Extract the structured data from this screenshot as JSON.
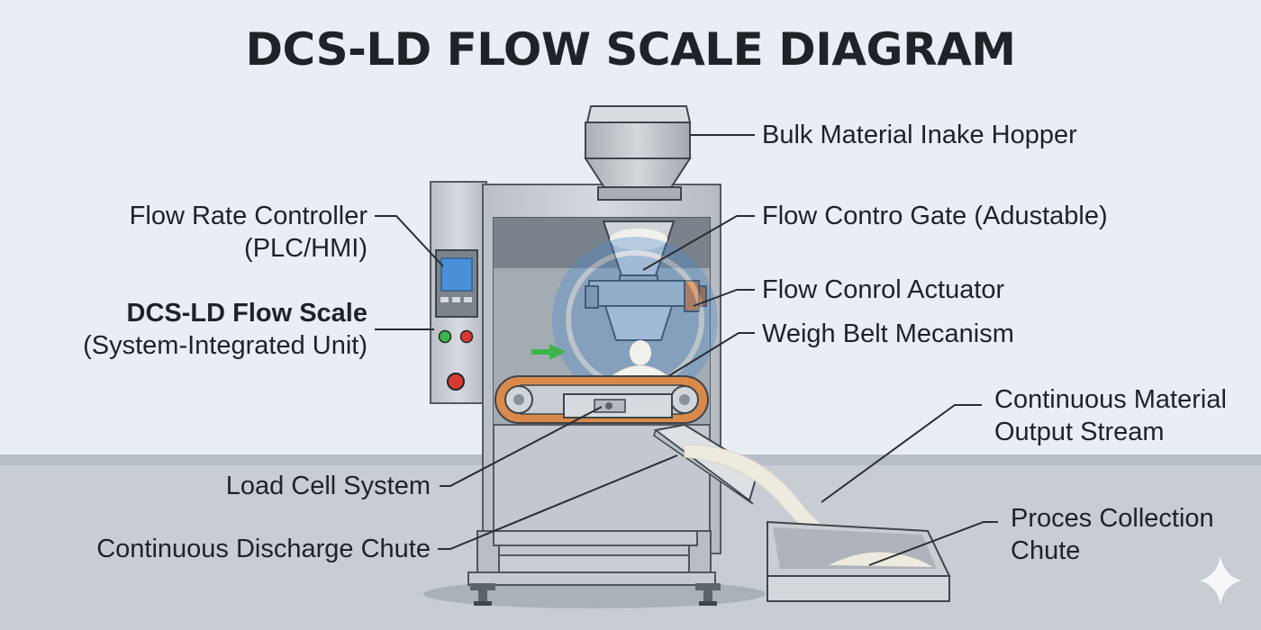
{
  "title": "DCS-LD FLOW SCALE DIAGRAM",
  "labels": {
    "intake_hopper": "Bulk Material Inake Hopper",
    "control_gate": "Flow Contro Gate (Adustable)",
    "actuator": "Flow Conrol Actuator",
    "weigh_belt": "Weigh Belt Mecanism",
    "output_stream": [
      "Continuous Material",
      "Output Stream"
    ],
    "collection_chute": [
      "Proces Collection",
      "Chute"
    ],
    "flow_controller": [
      "Flow Rate Controller",
      "(PLC/HMI)"
    ],
    "flow_scale": [
      "DCS-LD Flow Scale",
      "(System-Integrated Unit)"
    ],
    "load_cell": "Load Cell System",
    "discharge_chute": "Continuous Discharge Chute"
  },
  "colors": {
    "background": "#e9eef4",
    "floor": "#c7cdd3",
    "frame": "#c9ced3",
    "belt": "#d98a4a",
    "screen": "#4a90d9",
    "button_green": "#3bb54a",
    "button_red": "#d83a32",
    "flow_arrow": "#3bb54a",
    "actuator": "#d9782e"
  },
  "icons": [
    "sparkle-icon",
    "watermark-logo"
  ]
}
